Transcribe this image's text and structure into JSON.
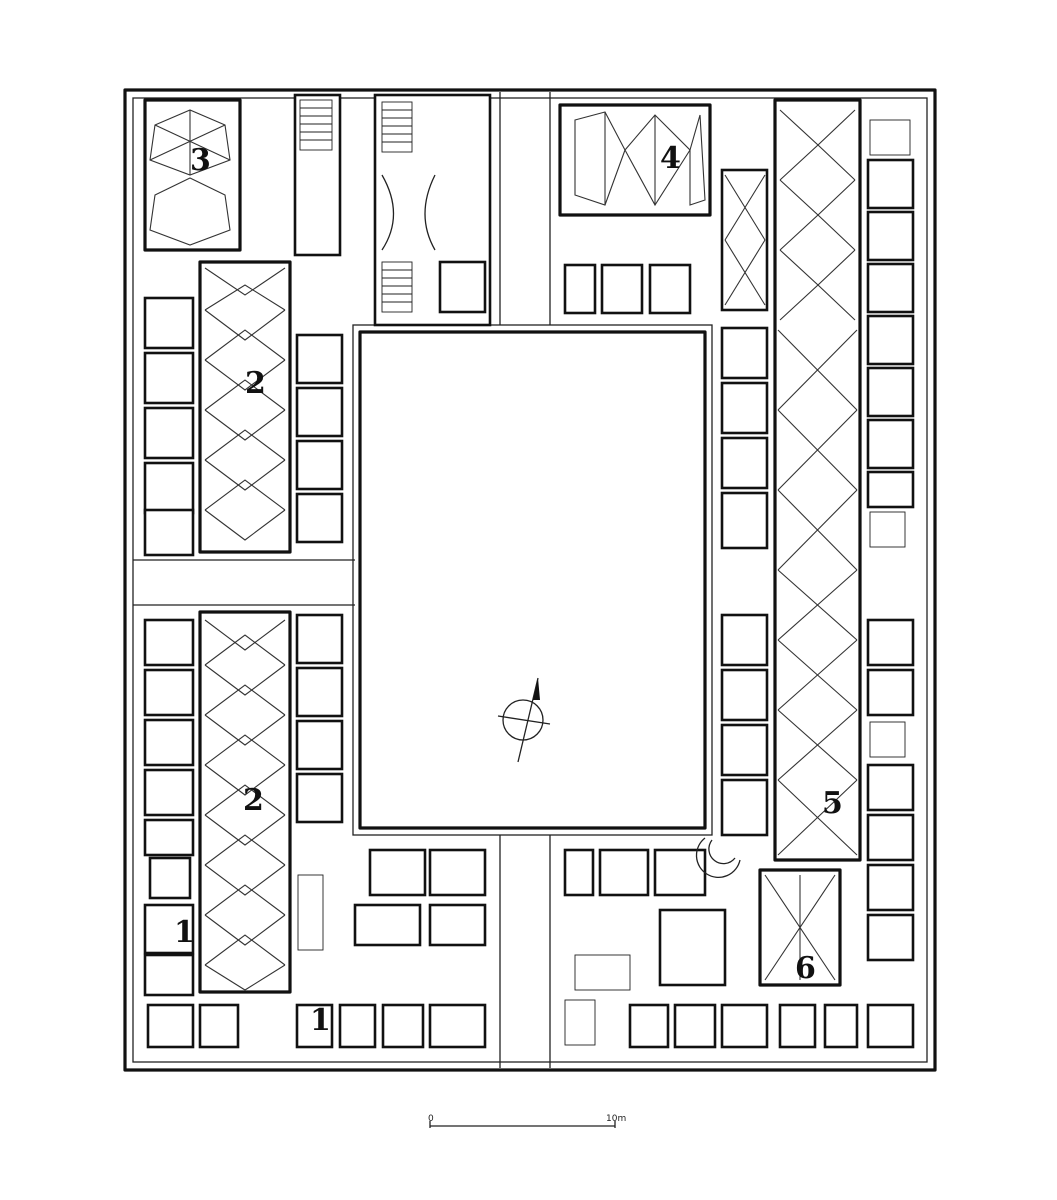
{
  "labels": {
    "room_1_west": "1",
    "room_1_south": "1",
    "vault_2_north": "2",
    "vault_2_south": "2",
    "vault_3": "3",
    "vault_4": "4",
    "vault_5": "5",
    "vault_6": "6"
  },
  "scale_bar": {
    "start": "0",
    "end": "10m"
  }
}
